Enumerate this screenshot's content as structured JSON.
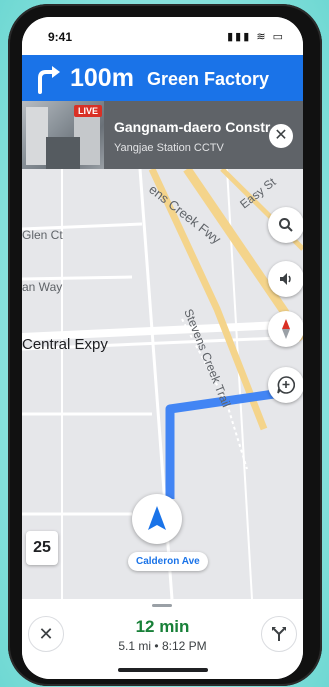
{
  "status_bar": {
    "time": "9:41",
    "icons": "▮▮▮ ≋ ▭"
  },
  "nav": {
    "distance": "100m",
    "street": "Green Factory"
  },
  "cctv": {
    "live": "LIVE",
    "title": "Gangnam-daero Constr..",
    "subtitle": "Yangjae Station CCTV"
  },
  "map": {
    "labels": {
      "glen_ct": "Glen Ct",
      "an_way": "an Way",
      "central_expy": "Central Expy",
      "stevens_creek_fwy": "ens Creek Fwy",
      "easy_st": "Easy St",
      "stevens_creek_trail": "Stevens Creek Trail"
    },
    "speed_limit": "25",
    "current_street": "Calderon Ave"
  },
  "bottom": {
    "eta": "12 min",
    "distance": "5.1 mi",
    "separator": "•",
    "arrival": "8:12 PM"
  },
  "colors": {
    "route": "#4285f4",
    "nav": "#1a73e8",
    "eta": "#188038"
  },
  "icons": [
    "turn-right-arrow-icon",
    "close-icon",
    "search-icon",
    "volume-icon",
    "compass-icon",
    "add-comment-icon",
    "navigation-arrow-icon",
    "close-icon",
    "route-options-icon"
  ]
}
